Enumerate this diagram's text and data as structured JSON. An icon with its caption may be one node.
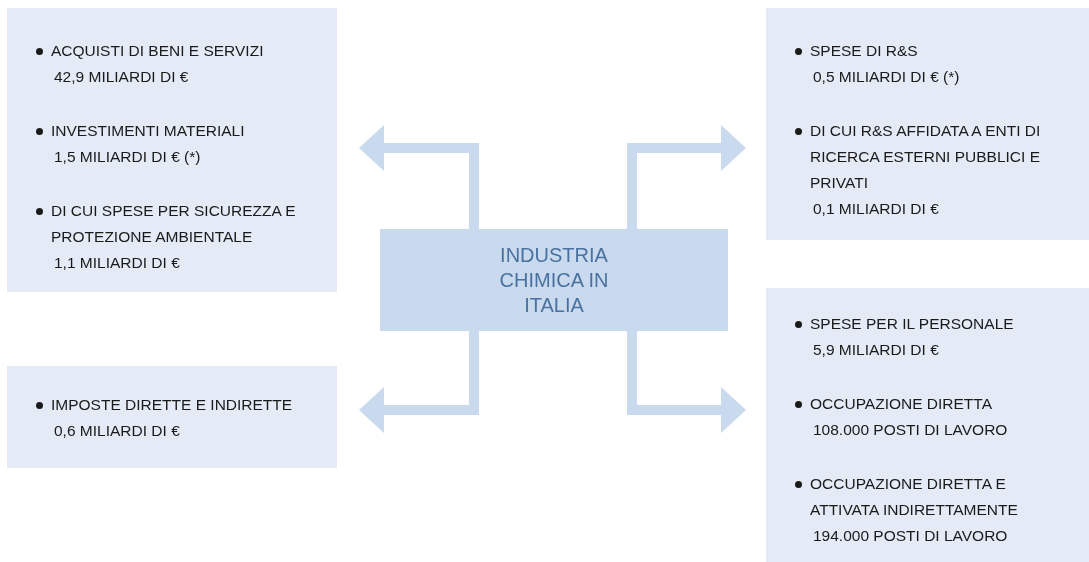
{
  "diagram": {
    "nodes": [
      {
        "text": [
          "INDUSTRIA CHIMICA IN ITALIA"
        ]
      },
      {
        "text": [
          "ACQUISTI DI BENI E SERVIZI",
          "42,9 MILIARDI DI €",
          "INVESTIMENTI MATERIALI",
          "1,5 MILIARDI DI € (*)",
          "DI CUI SPESE PER SICUREZZA E PROTEZIONE AMBIENTALE",
          "1,1 MILIARDI DI €"
        ]
      },
      {
        "text": [
          "SPESE DI R&S",
          "0,5 MILIARDI DI € (*)",
          "DI CUI R&S AFFIDATA A ENTI DI RICERCA ESTERNI PUBBLICI E PRIVATI",
          "0,1 MILIARDI DI €"
        ]
      },
      {
        "text": [
          "IMPOSTE DIRETTE E INDIRETTE",
          "0,6 MILIARDI DI €"
        ]
      },
      {
        "text": [
          "SPESE PER IL PERSONALE",
          "5,9 MILIARDI DI €",
          "OCCUPAZIONE DIRETTA",
          "108.000 POSTI DI LAVORO",
          "OCCUPAZIONE DIRETTA E ATTIVATA INDIRETTAMENTE",
          "194.000 POSTI DI LAVORO"
        ]
      }
    ],
    "edges": [
      {
        "from": 0,
        "to": 1,
        "arrow": "to"
      },
      {
        "from": 0,
        "to": 2,
        "arrow": "to"
      },
      {
        "from": 0,
        "to": 3,
        "arrow": "to"
      },
      {
        "from": 0,
        "to": 4,
        "arrow": "to"
      }
    ]
  }
}
